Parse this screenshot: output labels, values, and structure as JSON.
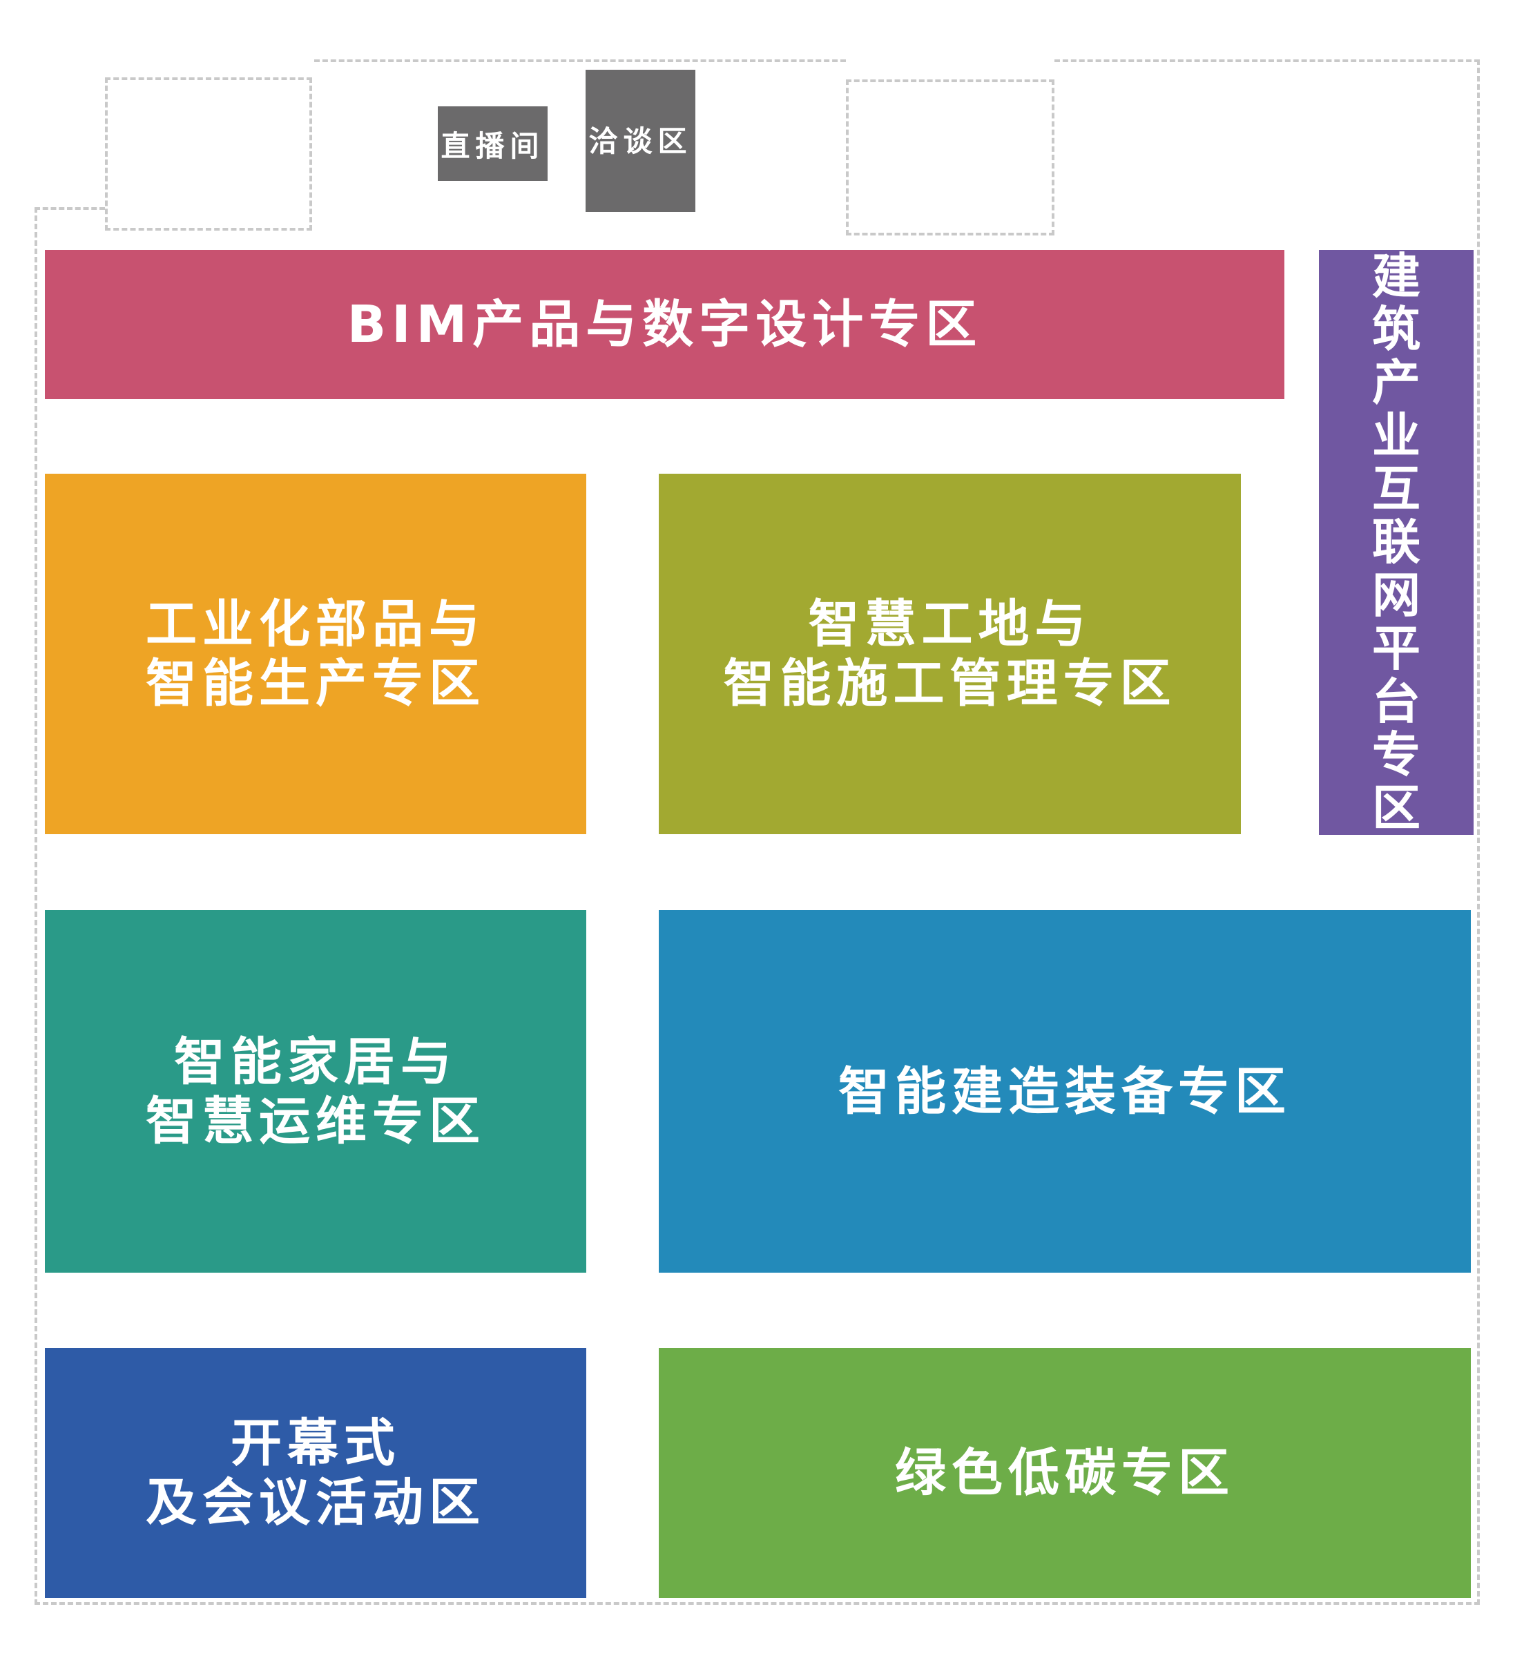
{
  "small_rooms": {
    "live_room": "直播间",
    "negotiation": "洽谈区"
  },
  "zones": {
    "bim": "BIM产品与数字设计专区",
    "internet_platform": [
      "建",
      "筑",
      "产",
      "业",
      "互",
      "联",
      "网",
      "平",
      "台",
      "专",
      "区"
    ],
    "industrial": [
      "工业化部品与",
      "智能生产专区"
    ],
    "smart_site": [
      "智慧工地与",
      "智能施工管理专区"
    ],
    "smart_home": [
      "智能家居与",
      "智慧运维专区"
    ],
    "equipment": "智能建造装备专区",
    "opening": [
      "开幕式",
      "及会议活动区"
    ],
    "green": "绿色低碳专区"
  },
  "colors": {
    "bim": "#c85270",
    "internet_platform": "#7057a1",
    "industrial": "#eea425",
    "smart_site": "#a2a931",
    "smart_home": "#2a9a88",
    "equipment": "#238aba",
    "opening": "#2e5ba7",
    "green": "#6dad48",
    "small_room": "#6b6a6b"
  }
}
